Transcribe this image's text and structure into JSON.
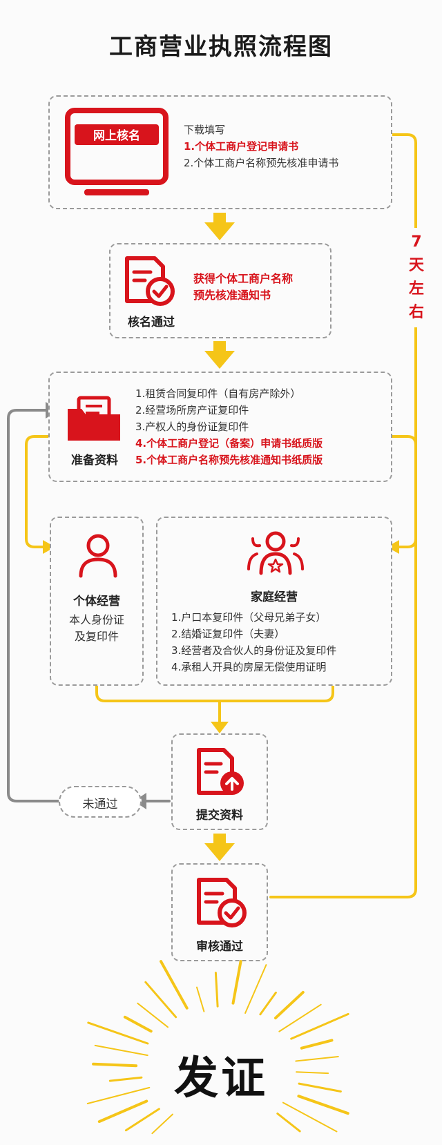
{
  "title": "工商营业执照流程图",
  "steps": {
    "online": {
      "screen_label": "网上核名",
      "heading": "下载填写",
      "items": [
        "1.个体工商户登记申请书",
        "2.个体工商户名称预先核准申请书"
      ]
    },
    "approved_name": {
      "label": "核名通过",
      "note_line1": "获得个体工商户名称",
      "note_line2": "预先核准通知书"
    },
    "prepare": {
      "label": "准备资料",
      "items": [
        "1.租赁合同复印件（自有房产除外）",
        "2.经营场所房产证复印件",
        "3.产权人的身份证复印件",
        "4.个体工商户登记（备案）申请书纸质版",
        "5.个体工商户名称预先核准通知书纸质版"
      ]
    },
    "individual": {
      "label": "个体经营",
      "desc_line1": "本人身份证",
      "desc_line2": "及复印件"
    },
    "family": {
      "label": "家庭经营",
      "items": [
        "1.户口本复印件（父母兄弟子女）",
        "2.结婚证复印件（夫妻）",
        "3.经营者及合伙人的身份证及复印件",
        "4.承租人开具的房屋无偿使用证明"
      ]
    },
    "submit": {
      "label": "提交资料"
    },
    "not_passed": {
      "label": "未通过"
    },
    "review": {
      "label": "审核通过"
    },
    "issue": {
      "label": "发证"
    }
  },
  "side_note": [
    "7",
    "天",
    "左",
    "右"
  ],
  "colors": {
    "red": "#d8141c",
    "yellow": "#f5c518",
    "gray": "#8a8a8a"
  }
}
